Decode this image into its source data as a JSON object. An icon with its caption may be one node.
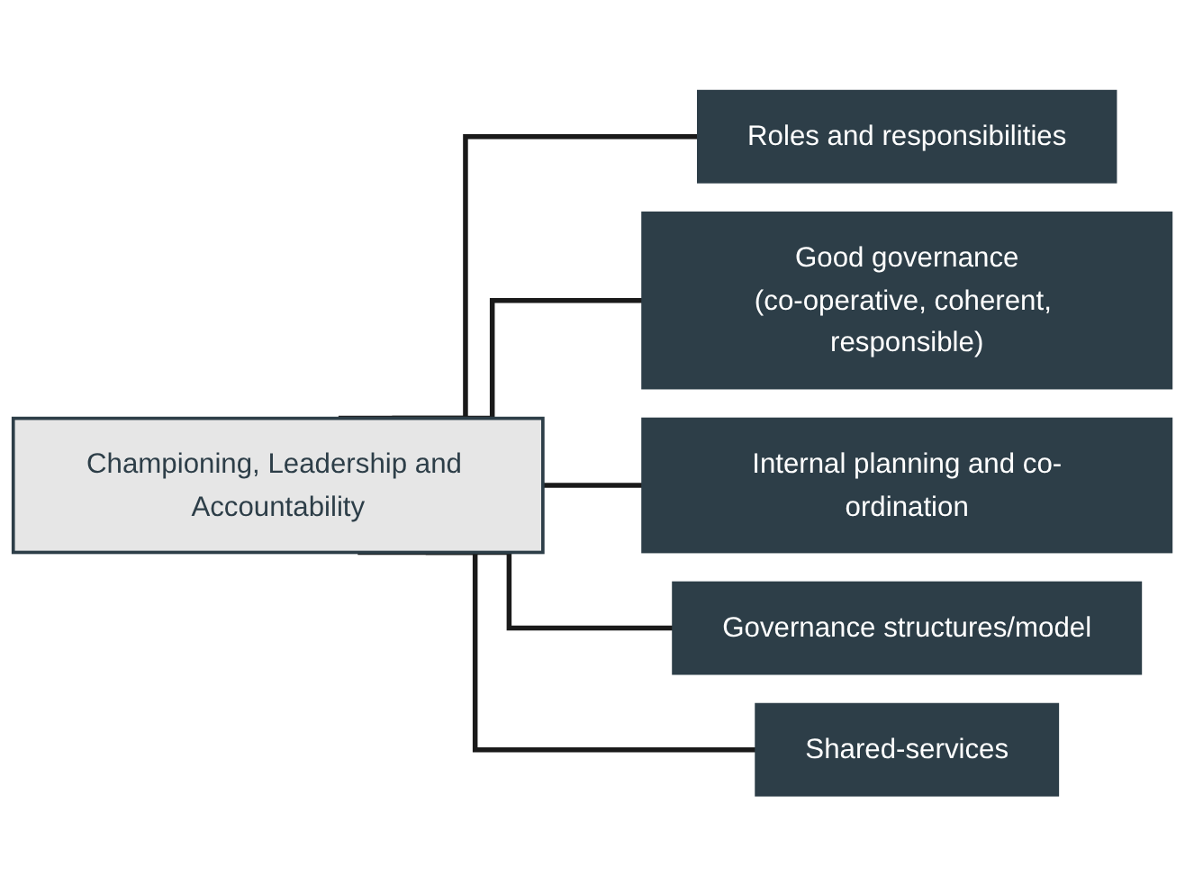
{
  "diagram": {
    "nodes": [
      {
        "text": [
          "Championing, Leadership and Accountability"
        ]
      },
      {
        "text": [
          "Roles and responsibilities"
        ]
      },
      {
        "text": [
          "Good governance",
          "(co-operative, coherent, responsible)"
        ]
      },
      {
        "text": [
          "Internal planning and co-ordination"
        ]
      },
      {
        "text": [
          "Governance structures/model"
        ]
      },
      {
        "text": [
          "Shared-services"
        ]
      }
    ],
    "edges": [
      {
        "from": 0,
        "to": 1,
        "arrow": "none"
      },
      {
        "from": 0,
        "to": 2,
        "arrow": "none"
      },
      {
        "from": 0,
        "to": 3,
        "arrow": "none"
      },
      {
        "from": 0,
        "to": 4,
        "arrow": "none"
      },
      {
        "from": 0,
        "to": 5,
        "arrow": "none"
      }
    ]
  }
}
